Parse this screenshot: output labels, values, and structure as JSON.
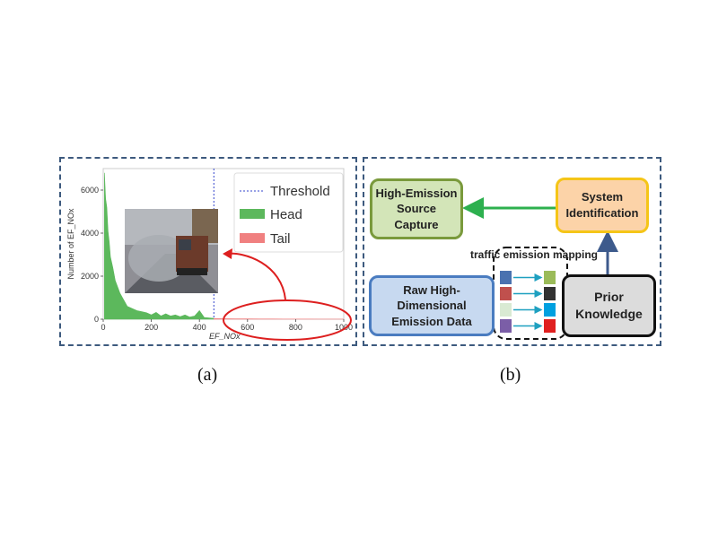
{
  "panel_a": {
    "caption": "(a)",
    "chart_data": {
      "type": "area",
      "xlabel": "EF_NOx",
      "ylabel": "Number of EF_NOx",
      "xlim": [
        0,
        1000
      ],
      "ylim": [
        0,
        7000
      ],
      "x_ticks": [
        "0",
        "200",
        "400",
        "600",
        "800",
        "1000"
      ],
      "y_ticks": [
        "0",
        "2000",
        "4000",
        "6000"
      ],
      "threshold": 460,
      "legend_position": "top-right",
      "legend": {
        "threshold_label": "Threshold",
        "head_label": "Head",
        "tail_label": "Tail"
      },
      "series": [
        {
          "name": "Head",
          "color": "#5cb85c",
          "x": [
            5,
            10,
            15,
            20,
            25,
            30,
            40,
            50,
            60,
            70,
            80,
            90,
            100,
            120,
            140,
            160,
            180,
            200,
            220,
            240,
            260,
            280,
            300,
            320,
            340,
            360,
            380,
            400,
            420,
            440,
            460
          ],
          "values": [
            6800,
            5600,
            5200,
            4100,
            3600,
            2900,
            2400,
            1800,
            1500,
            1200,
            1000,
            800,
            600,
            500,
            400,
            350,
            300,
            200,
            320,
            150,
            250,
            150,
            200,
            120,
            200,
            100,
            150,
            400,
            80,
            60,
            40
          ]
        },
        {
          "name": "Tail",
          "color": "#f08080",
          "x": [
            460,
            500,
            550,
            600,
            650,
            700,
            750,
            800,
            850,
            900,
            950,
            1000
          ],
          "values": [
            30,
            25,
            20,
            18,
            15,
            12,
            10,
            8,
            6,
            5,
            3,
            2
          ]
        }
      ]
    }
  },
  "panel_b": {
    "caption": "(b)",
    "boxes": {
      "capture": "High-Emission\nSource\nCapture",
      "system_id": "System\nIdentification",
      "raw_data": "Raw High-\nDimensional\nEmission Data",
      "prior": "Prior\nKnowledge"
    },
    "mapping_label": "traffic emission mapping",
    "colors": {
      "capture_fill": "#d3e5b8",
      "capture_border": "#7a9a3c",
      "system_fill": "#fcd3a8",
      "system_border": "#f5c518",
      "raw_fill": "#c7d9f0",
      "raw_border": "#4a7cc0",
      "prior_fill": "#dcdcdc",
      "prior_border": "#111111",
      "green_arrow": "#2db04f",
      "blue_arrow": "#3d5a8c",
      "teal_arrow": "#1ea0c0"
    },
    "left_cells": [
      "#4a72b0",
      "#c0504d",
      "#d9ead3",
      "#7b5ea7"
    ],
    "right_cells": [
      "#9bbb59",
      "#333333",
      "#00a0e0",
      "#e02020"
    ]
  }
}
